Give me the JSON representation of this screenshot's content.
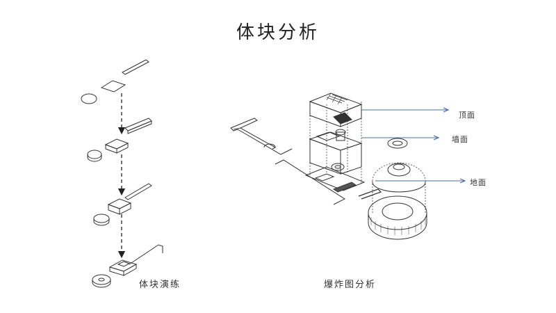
{
  "page": {
    "title": "体块分析"
  },
  "left_panel": {
    "caption": "体块演练",
    "steps": 4
  },
  "right_panel": {
    "caption": "爆炸图分析",
    "callouts": {
      "top": "顶面",
      "wall": "墙面",
      "floor": "地面"
    }
  },
  "colors": {
    "line": "#333333",
    "accent_arrow": "#4a6fa5",
    "dashed": "#444444"
  },
  "icons": {
    "arrow": "arrow-down-icon"
  }
}
